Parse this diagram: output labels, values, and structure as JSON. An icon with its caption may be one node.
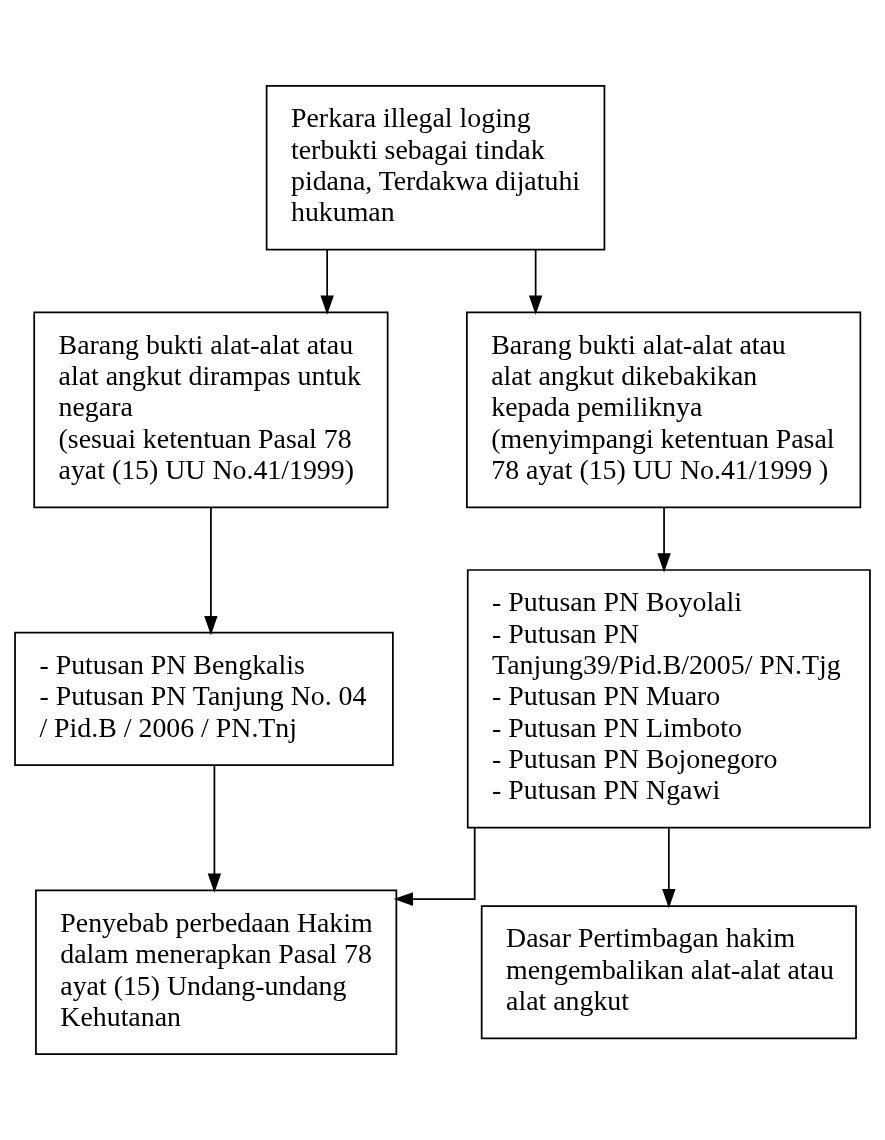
{
  "diagram": {
    "nodes": [
      {
        "text": [
          "Perkara illegal loging terbukti sebagai tindak pidana, Terdakwa dijatuhi hukuman"
        ]
      },
      {
        "text": [
          "Barang bukti alat-alat atau alat angkut dirampas untuk negara",
          "(sesuai ketentuan Pasal 78 ayat (15) UU No.41/1999)"
        ]
      },
      {
        "text": [
          "Barang bukti alat-alat atau alat angkut dikebakikan kepada pemiliknya",
          "(menyimpangi ketentuan Pasal 78 ayat (15) UU No.41/1999 )"
        ]
      },
      {
        "text": [
          "- Putusan PN Bengkalis",
          "- Putusan PN Tanjung No. 04 / Pid.B / 2006 / PN.Tnj"
        ]
      },
      {
        "text": [
          "- Putusan PN Boyolali",
          "- Putusan PN Tanjung39/Pid.B/2005/ PN.Tjg",
          "- Putusan PN Muaro",
          "- Putusan PN Limboto",
          "- Putusan PN Bojonegoro",
          "- Putusan PN Ngawi"
        ]
      },
      {
        "text": [
          "Penyebab perbedaan Hakim dalam menerapkan Pasal 78 ayat (15) Undang-undang Kehutanan"
        ]
      },
      {
        "text": [
          "Dasar Pertimbagan hakim mengembalikan alat-alat atau alat angkut"
        ]
      }
    ],
    "edges": [
      {
        "from": 0,
        "to": 1,
        "arrow": "to"
      },
      {
        "from": 0,
        "to": 2,
        "arrow": "to"
      },
      {
        "from": 1,
        "to": 3,
        "arrow": "to"
      },
      {
        "from": 2,
        "to": 4,
        "arrow": "to"
      },
      {
        "from": 3,
        "to": 5,
        "arrow": "to"
      },
      {
        "from": 4,
        "to": 5,
        "arrow": "to"
      },
      {
        "from": 4,
        "to": 6,
        "arrow": "to"
      }
    ]
  }
}
